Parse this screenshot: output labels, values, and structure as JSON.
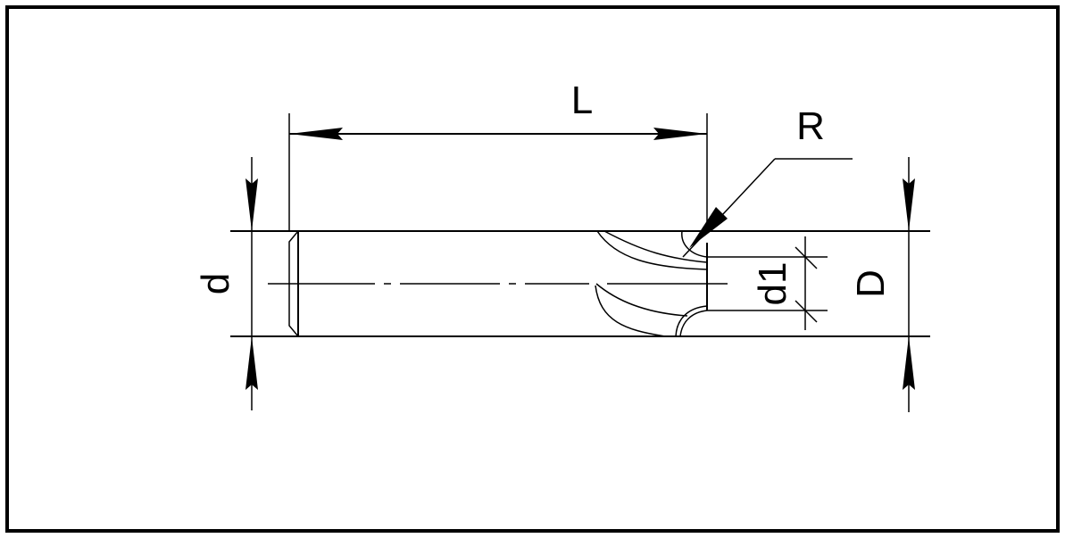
{
  "drawing": {
    "labels": {
      "length": "L",
      "radius": "R",
      "shank_diameter": "d",
      "cutter_diameter": "D",
      "neck_diameter": "d1"
    },
    "line_color": "#000000",
    "background": "#ffffff"
  }
}
